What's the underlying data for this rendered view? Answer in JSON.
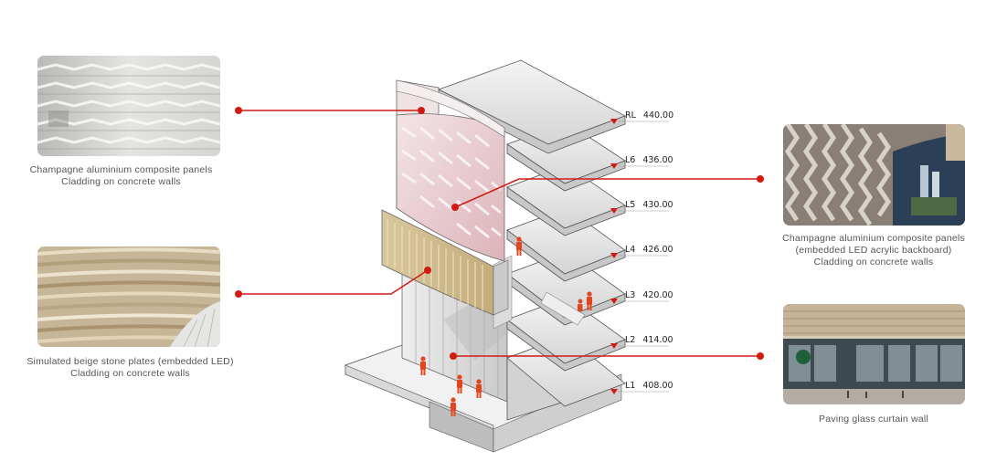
{
  "callouts": {
    "top_left": {
      "line1": "Champagne aluminium composite panels",
      "line2": "Cladding on concrete walls"
    },
    "bottom_left": {
      "line1": "Simulated beige stone plates (embedded LED)",
      "line2": "Cladding on concrete walls"
    },
    "top_right": {
      "line1": "Champagne aluminium composite panels",
      "line2": "(embedded LED acrylic backboard)",
      "line3": "Cladding on concrete walls"
    },
    "bottom_right": {
      "line1": "Paving glass curtain wall"
    }
  },
  "levels": [
    {
      "name": "RL",
      "elevation": "440.00"
    },
    {
      "name": "L6",
      "elevation": "436.00"
    },
    {
      "name": "L5",
      "elevation": "430.00"
    },
    {
      "name": "L4",
      "elevation": "426.00"
    },
    {
      "name": "L3",
      "elevation": "420.00"
    },
    {
      "name": "L2",
      "elevation": "414.00"
    },
    {
      "name": "L1",
      "elevation": "408.00"
    }
  ],
  "colors": {
    "leader": "#d21a12",
    "figure": "#e2461e",
    "pink_panel": "#e8c6cc",
    "stone": "#cdb98a"
  }
}
